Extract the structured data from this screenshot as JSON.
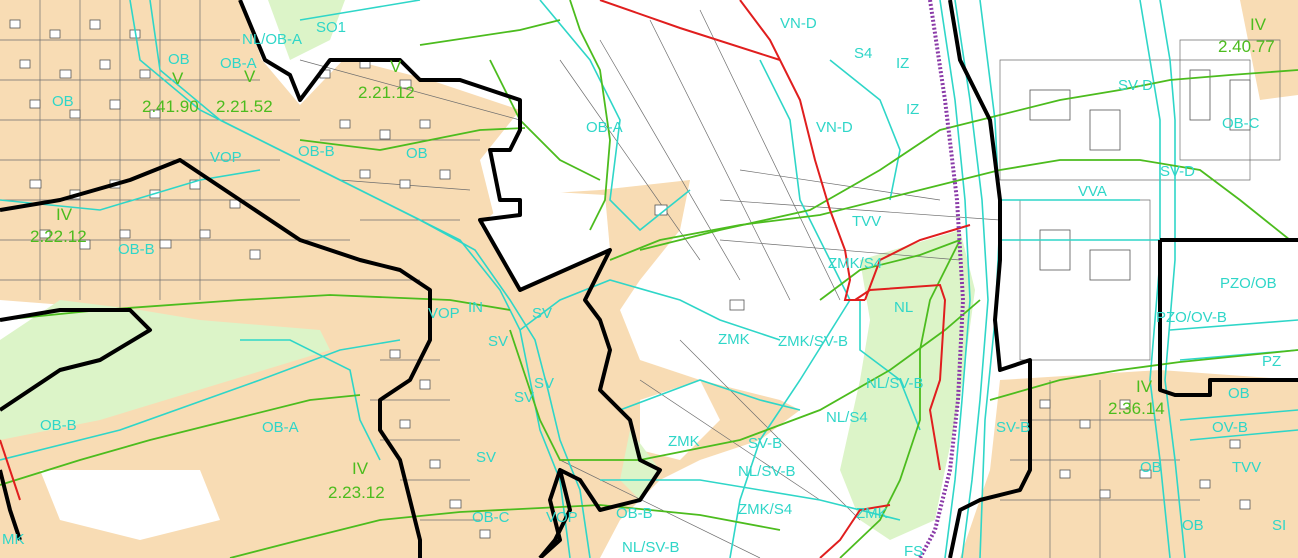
{
  "colors": {
    "settlement_fill": "#f8dcb4",
    "greenery_fill": "#dcf4c8",
    "zone_boundary": "#2fd6c8",
    "district_boundary": "#000000",
    "green_line": "#4cbc1e",
    "red_line": "#e01e1e",
    "parcel_line": "#6e6e6e",
    "background": "#ffffff"
  },
  "zone_labels": [
    "SO1",
    "NL/OB-A",
    "OB",
    "OB-A",
    "OB",
    "VOP",
    "OB-B",
    "OB",
    "OB-A",
    "VN-D",
    "S4",
    "IZ",
    "IZ",
    "VN-D",
    "SV-D",
    "OB-C",
    "SV-D",
    "VVA",
    "TVV",
    "ZMK/S4",
    "NL",
    "PZO/OB",
    "PZO/OV-B",
    "PZ",
    "IN",
    "OB",
    "OB-B",
    "OB-A",
    "OB-B",
    "SV",
    "OB-C",
    "VOP",
    "OB-B",
    "SV",
    "SV",
    "ZMK",
    "ZMK/SV-B",
    "NL/SV-B",
    "NL/S4",
    "ZMK",
    "SV-B",
    "NL/SV-B",
    "ZMK/S4",
    "ZMK",
    "NL/SV-B",
    "FS",
    "SV-B",
    "OB",
    "OV-B",
    "TVV",
    "OB",
    "SI",
    "MK",
    "SV",
    "SV",
    "VOP"
  ],
  "district_labels": [
    "2.40.77",
    "2.41.90",
    "2.21.52",
    "2.21.12",
    "2.22.12",
    "2.36.14",
    "2.23.12"
  ],
  "roman_labels": [
    "V",
    "V",
    "V",
    "IV",
    "IV",
    "IV",
    "IV"
  ]
}
